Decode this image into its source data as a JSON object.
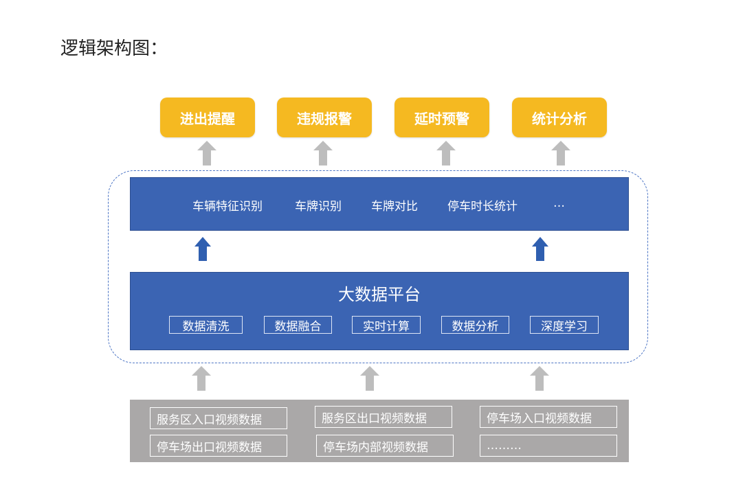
{
  "title": "逻辑架构图：",
  "applications": [
    "进出提醒",
    "违规报警",
    "延时预警",
    "统计分析"
  ],
  "functions": [
    "车辆特征识别",
    "车牌识别",
    "车牌对比",
    "停车时长统计",
    "…"
  ],
  "platform": {
    "title": "大数据平台",
    "capabilities": [
      "数据清洗",
      "数据融合",
      "实时计算",
      "数据分析",
      "深度学习"
    ]
  },
  "sources": [
    "服务区入口视频数据",
    "服务区出口视频数据",
    "停车场入口视频数据",
    "停车场出口视频数据",
    "停车场内部视频数据",
    "………"
  ],
  "colors": {
    "application_box": "#f5b921",
    "platform_blue": "#3b64b3",
    "arrow_blue": "#2f5fb0",
    "arrow_gray": "#bdbdbd",
    "source_gray": "#aaa8a8"
  }
}
